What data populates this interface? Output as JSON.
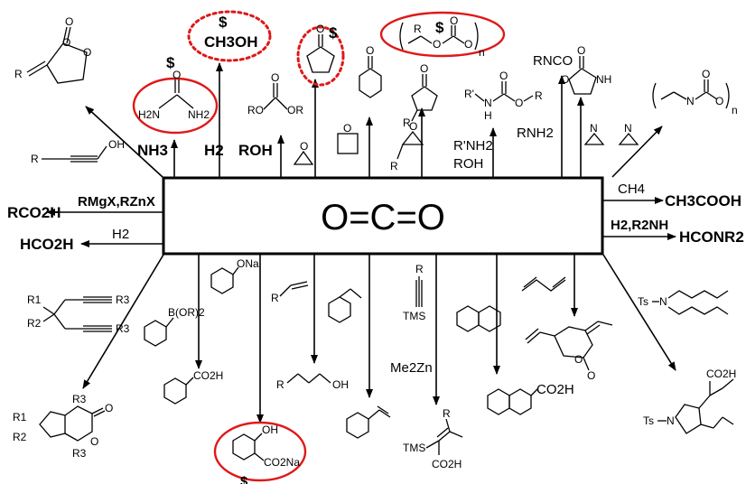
{
  "center": {
    "formula": "O=C=O"
  },
  "colors": {
    "highlight": "#e01818",
    "ink": "#000000"
  },
  "top": {
    "methanol": {
      "dollar": "$",
      "formula": "CH3OH"
    },
    "urea": {
      "dollar": "$",
      "reagent": "NH3"
    },
    "h2_reagent": "H2",
    "roh_reagent": "ROH",
    "carbonate": {
      "dollar": "$"
    },
    "polycarbonate": {
      "dollar": "$",
      "r": "R",
      "n": "n"
    },
    "amine_reagent": {
      "line1": "R'NH2",
      "line2": "ROH"
    },
    "rnh2_reagent": "RNH2",
    "isocyanate": "RNCO",
    "oxazolidinone_nh": "NH",
    "polyurethane_n": "n",
    "carbamate": {
      "r1": "R'",
      "n": "N",
      "h": "H",
      "o": "O",
      "r2": "R"
    },
    "propargyl": {
      "r": "R",
      "oh": "OH"
    },
    "methylene_carbonate_r": "R"
  },
  "left": {
    "grignard": "RMgX,RZnX",
    "acid": "RCO2H",
    "formic": "HCO2H",
    "h2": "H2"
  },
  "right": {
    "methane": "CH4",
    "acetic": "CH3COOH",
    "amine": "H2,R2NH",
    "formamide": "HCONR2"
  },
  "bottom": {
    "diyne": {
      "r1": "R1",
      "r2": "R2",
      "r3a": "R3",
      "r3b": "R3"
    },
    "pyrone": {
      "r1": "R1",
      "r2": "R2",
      "r3a": "R3",
      "r3b": "R3"
    },
    "boronate": "B(OR)2",
    "benzoic": "CO2H",
    "phenoxide": "ONa",
    "salicylate": {
      "oh": "OH",
      "co2na": "CO2Na",
      "dollar": "$"
    },
    "alkene_r": "R",
    "alcohol": {
      "r": "R",
      "oh": "OH"
    },
    "alkyne": {
      "r": "R",
      "tms": "TMS"
    },
    "zinc_reagent": "Me2Zn",
    "vinylsilane": {
      "tms": "TMS",
      "r": "R",
      "co2h": "CO2H"
    },
    "naphthoic": "CO2H",
    "ts_diene": {
      "ts": "Ts",
      "n": "N"
    },
    "pyrrolidine": {
      "ts": "Ts",
      "n": "N",
      "co2h": "CO2H"
    }
  }
}
